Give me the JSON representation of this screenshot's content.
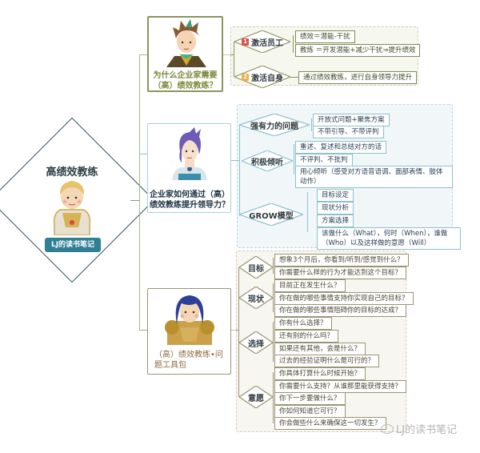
{
  "root": {
    "title": "高绩效教练",
    "badge": "LJ的读书笔记"
  },
  "colors": {
    "root_border": "#2d4f5a",
    "badge_bg": "#2f7f95",
    "branch1_border": "#7f8c53",
    "branch2_border": "#8bc2cf",
    "branch3_border": "#9b9474",
    "num1": "#d9534f",
    "num2": "#f0ad4e"
  },
  "branches": [
    {
      "card_text": "为什么企业家需要（高）绩效教练？",
      "nodes": [
        {
          "num": "1",
          "label": "激活员工",
          "leaves": [
            "绩效＝潜能-干扰",
            "教练 ＝开发潜能+减少干扰⇒提升绩效"
          ]
        },
        {
          "num": "2",
          "label": "激活自身",
          "leaves": [
            "通过绩效教练，进行自身领导力提升"
          ]
        }
      ]
    },
    {
      "card_text": "企业家如何通过（高）绩效教练提升领导力？",
      "nodes": [
        {
          "label": "强有力的问题",
          "leaves": [
            "开放式问题+聚焦方案",
            "不带引导、不带评判"
          ]
        },
        {
          "label": "积极倾听",
          "leaves": [
            "重述、复述和总结对方的话",
            "不评判、不批判",
            "用心倾听（感受对方语音语调、面部表情、肢体动作）"
          ]
        },
        {
          "label": "GROW模型",
          "leaves": [
            "目标设定",
            "现状分析",
            "方案选择",
            "该做什么（What），何时（When），谁做（Who）以及这样做的意愿（Will）"
          ]
        }
      ]
    },
    {
      "card_text": "（高）绩效教练•问题工具包",
      "nodes": [
        {
          "label": "目标",
          "leaves": [
            "想象3个月后，你看到/听到/感觉到什么？",
            "你需要什么样的行为才能达到这个目标？"
          ]
        },
        {
          "label": "现状",
          "leaves": [
            "目前正在发生什么？",
            "你在做的哪些事情支持你实现自己的目标？",
            "你在做的哪些事情阻碍你的目标的达成？"
          ]
        },
        {
          "label": "选择",
          "leaves": [
            "你有什么选择？",
            "还有别的什么吗？",
            "如果还有其他，会是什么？",
            "过去的经验证明什么是可行的？"
          ]
        },
        {
          "label": "意愿",
          "leaves": [
            "你具体打算什么时候开始？",
            "你需要什么支持？从谁那里能获得支持？",
            "你下一步要做什么？",
            "你如何知道它可行？",
            "你会做些什么来确保这一切发生？"
          ]
        }
      ]
    }
  ],
  "watermark": "LJ的读书笔记"
}
